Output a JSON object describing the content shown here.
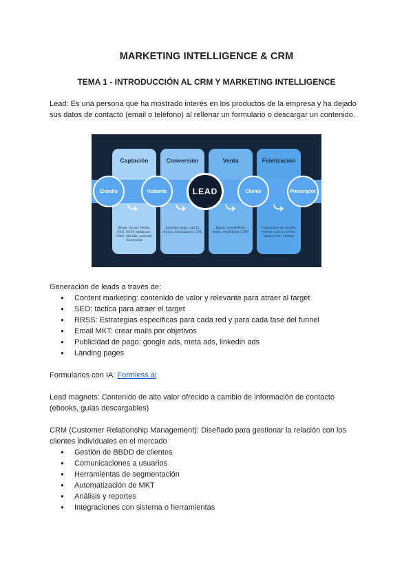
{
  "title": "MARKETING INTELLIGENCE & CRM",
  "subtitle": "TEMA 1 - INTRODUCCIÓN AL CRM Y MARKETING INTELLIGENCE",
  "lead_definition": {
    "line1": "Lead: Es una persona que ha mostrado interés en los productos de la empresa y ha dejado",
    "line2": "sus datos de contacto (email o teléfono) al rellenar un formulario o descargar un contenido."
  },
  "funnel": {
    "stages": [
      {
        "title": "Captación",
        "desc": "Blogs, Social Media, SEO, SEM, webinars, video, ebooks, podcast, Keywords",
        "color": "#a9d3f5"
      },
      {
        "title": "Conversión",
        "desc": "Landing page, call to action, formularios, CPL",
        "color": "#8cc3f2"
      },
      {
        "title": "Venta",
        "desc": "Email, newsletters leads, workflows, CRM",
        "color": "#6fb3ee"
      },
      {
        "title": "Fidelización",
        "desc": "Contenidos de interés, nuevos call to action, email cross selling",
        "color": "#58a6ea"
      }
    ],
    "circles": [
      "Extraño",
      "Visitante",
      "LEAD",
      "Cliente",
      "Prescriptor"
    ]
  },
  "lead_gen": {
    "heading": "Generación de leads a través de:",
    "items": [
      "Content marketing: contenido de valor y relevante para atraer al target",
      "SEO: táctica para atraer el target",
      "RRSS: Estrategias específicas para cada red y para cada fase del funnel",
      "Email MKT: crear mails por objetivos",
      "Publicidad de pago: google ads, meta ads, linkedin ads",
      "Landing pages"
    ]
  },
  "forms": {
    "prefix": "Formularios con IA: ",
    "link": "Formless.ai"
  },
  "lead_magnets": {
    "line1": "Lead magnets: Contenido de alto valor ofrecido a cambio de información de contacto",
    "line2": "(ebooks, guías descargables)"
  },
  "crm": {
    "line1": "CRM (Customer Relationship Management): Diseñado para gestionar la relación con los",
    "line2": "clientes individuales en el mercado",
    "items": [
      "Gestión de BBDD de clientes",
      "Comunicaciones a usuarios",
      "Herramientas de segmentación",
      "Automatización de MKT",
      "Análisis y reportes",
      "Integraciones con sistema o herramientas"
    ]
  }
}
